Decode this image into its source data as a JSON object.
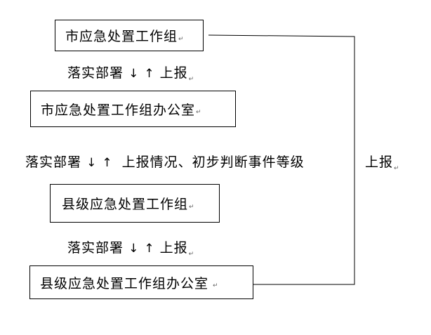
{
  "boxes": {
    "city_group": "市应急处置工作组",
    "city_office": "市应急处置工作组办公室",
    "county_group": "县级应急处置工作组",
    "county_office": "县级应急处置工作组办公室"
  },
  "edges": {
    "deploy": "落实部署",
    "down_arrow": "↓",
    "up_arrow": "↑",
    "report": "上报",
    "report_status": "上报情况、初步判断事件等级",
    "side_report": "上报"
  },
  "marks": {
    "paragraph": "↵"
  },
  "colors": {
    "line": "#000000",
    "mark": "#666666",
    "background": "#ffffff"
  }
}
